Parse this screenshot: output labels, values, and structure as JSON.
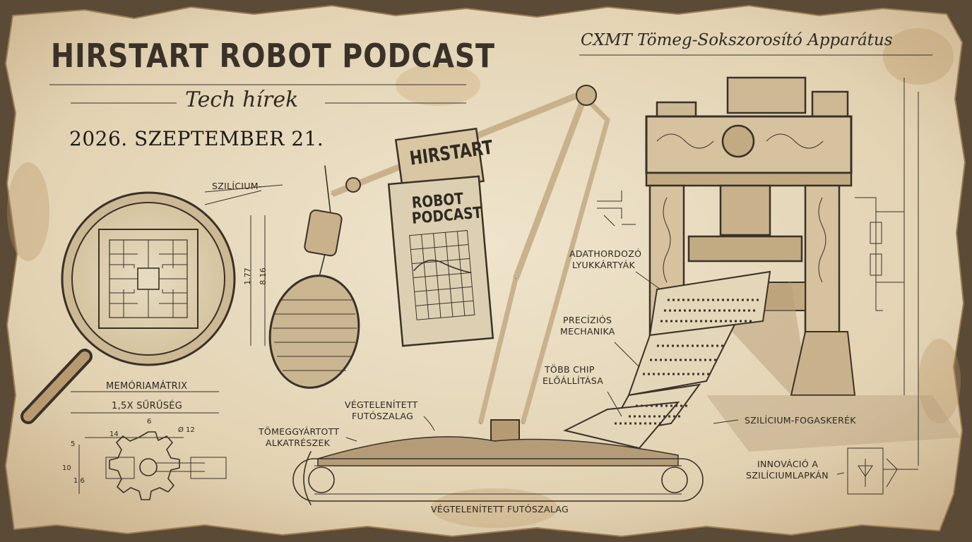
{
  "header": {
    "title": "HIRSTART ROBOT PODCAST",
    "subtitle": "Tech hírek",
    "date": "2026. SZEPTEMBER 21."
  },
  "apparatus_title": "CXMT Tömeg-Sokszorosító Apparátus",
  "mic_sign": {
    "top": "HIRSTART",
    "line1": "ROBOT",
    "line2": "PODCAST"
  },
  "labels": {
    "silicon": "SZILÍCIUM--",
    "memory_matrix": "MEMÓRIAMÁTRIX",
    "density": "1,5X SŰRŰSÉG",
    "punch_cards_1": "ADATHORDOZÓ",
    "punch_cards_2": "LYUKKÁRTYÁK",
    "precision_1": "PRECÍZIÓS",
    "precision_2": "MECHANIKA",
    "more_chips_1": "TÖBB CHIP",
    "more_chips_2": "ELŐÁLLÍTÁSA",
    "endless_belt_1": "VÉGTELENÍTETT",
    "endless_belt_2": "FUTÓSZALAG",
    "mass_parts_1": "TÖMEGGYÁRTOTT",
    "mass_parts_2": "ALKATRÉSZEK",
    "endless_belt_bottom": "VÉGTELENÍTETT FUTÓSZALAG",
    "silicon_gear": "SZILÍCIUM-FOGASKERÉK",
    "innovation_1": "INNOVÁCIÓ A",
    "innovation_2": "SZILÍCIUMLAPKÁN"
  },
  "dimensions": {
    "chip_h1": "1.77",
    "chip_h2": "8.16",
    "gear_w1": "14",
    "gear_w2": "6",
    "gear_d": "Ø 12",
    "gear_h1": "5",
    "gear_h2": "10",
    "gear_h3": "1.6"
  },
  "colors": {
    "paper": "#e9dcc2",
    "paper_edge": "#c9b48f",
    "ink": "#3a3128",
    "burn": "#8a6a44"
  }
}
